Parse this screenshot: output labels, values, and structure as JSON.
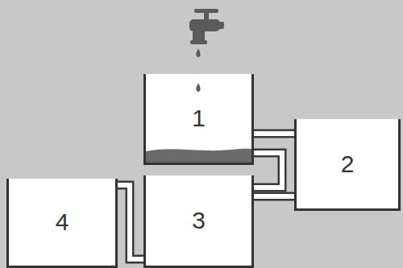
{
  "diagram": {
    "nodes": [
      {
        "text": [
          "1"
        ]
      },
      {
        "text": [
          "2"
        ]
      },
      {
        "text": [
          "3"
        ]
      },
      {
        "text": [
          "4"
        ]
      }
    ],
    "edges": [
      {
        "from": 0,
        "to": 1,
        "arrow": "none"
      },
      {
        "from": 0,
        "to": 2,
        "arrow": "none"
      },
      {
        "from": 2,
        "to": 1,
        "arrow": "none"
      },
      {
        "from": 2,
        "to": 3,
        "arrow": "none"
      }
    ]
  }
}
